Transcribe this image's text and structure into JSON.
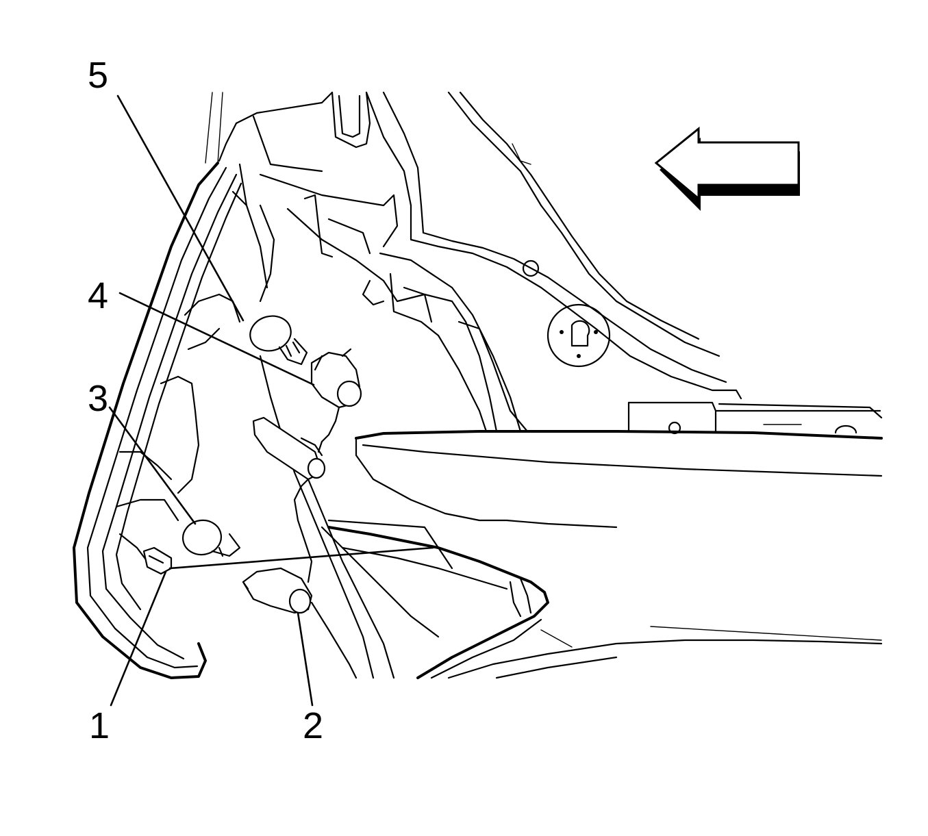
{
  "callouts": [
    {
      "number": "1",
      "label": "1"
    },
    {
      "number": "2",
      "label": "2"
    },
    {
      "number": "3",
      "label": "3"
    },
    {
      "number": "4",
      "label": "4"
    },
    {
      "number": "5",
      "label": "5"
    }
  ],
  "direction_arrow": {
    "direction": "left",
    "icon": "direction-arrow-icon"
  },
  "colors": {
    "line": "#000000",
    "background": "#ffffff"
  }
}
